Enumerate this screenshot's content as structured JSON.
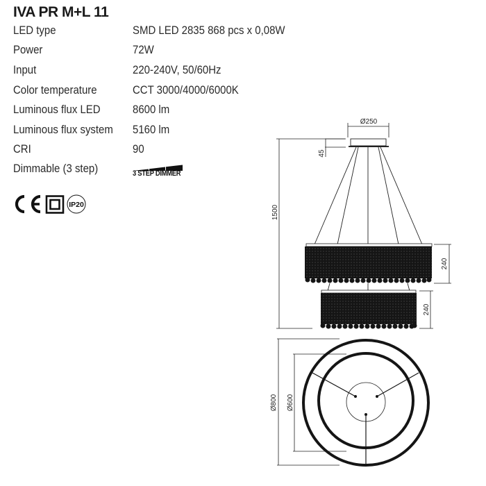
{
  "product": {
    "title": "IVA PR M+L 11"
  },
  "specs": [
    {
      "label": "LED type",
      "value": "SMD LED 2835 868 pcs x 0,08W"
    },
    {
      "label": "Power",
      "value": "72W"
    },
    {
      "label": "Input",
      "value": "220-240V, 50/60Hz"
    },
    {
      "label": "Color temperature",
      "value": "CCT 3000/4000/6000K"
    },
    {
      "label": "Luminous flux  LED",
      "value": "8600 lm"
    },
    {
      "label": "Luminous flux  system",
      "value": "5160 lm"
    },
    {
      "label": "CRI",
      "value": "90"
    },
    {
      "label": "Dimmable (3 step)",
      "value": "3 STEP DIMMER"
    }
  ],
  "certifications": {
    "ce": "CE",
    "class": "class-II-double-square",
    "ip": "IP20"
  },
  "dimensions": {
    "canopy_diameter": "Ø250",
    "canopy_height": "45",
    "total_height": "1500",
    "upper_ring_height": "240",
    "lower_ring_height": "240",
    "outer_diameter": "Ø800",
    "inner_diameter": "Ø600"
  },
  "colors": {
    "ink": "#1a1a1a",
    "background": "#ffffff"
  }
}
